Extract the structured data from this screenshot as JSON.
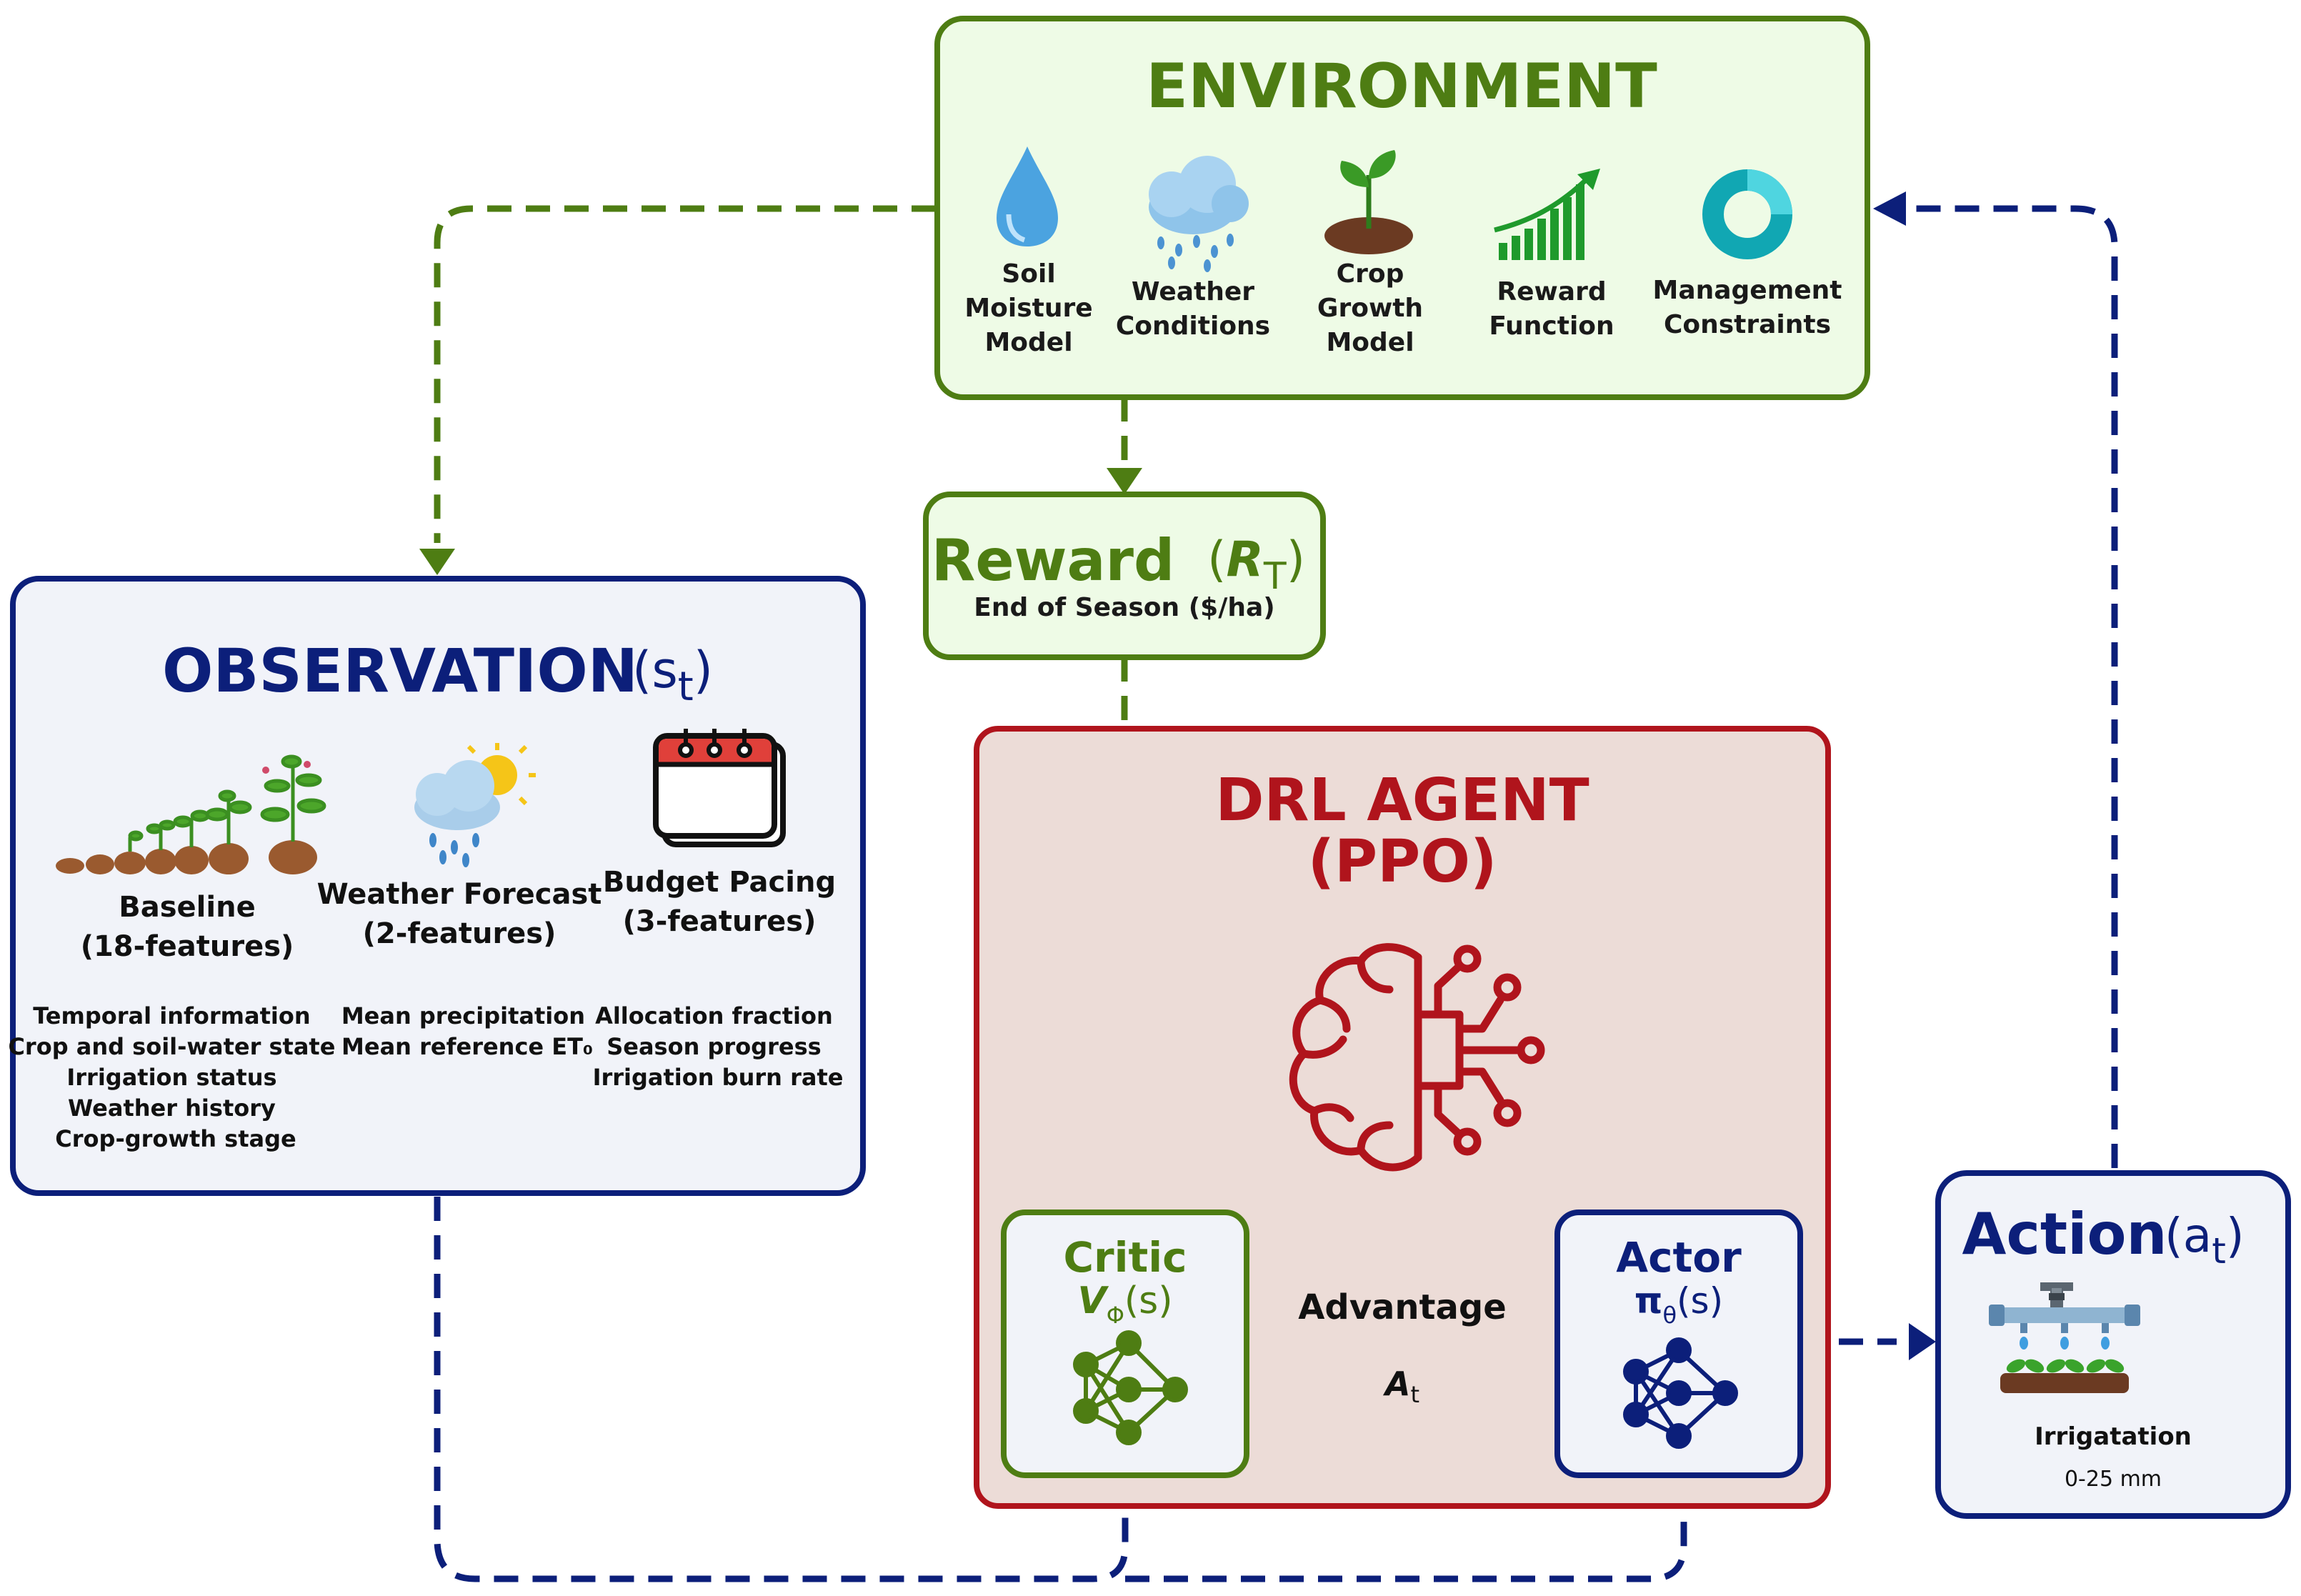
{
  "colors": {
    "green": "#4e7d13",
    "green_dark": "#3f6b0c",
    "green_fill": "#eefbe6",
    "navy": "#0c1f7a",
    "navy_fill": "#f1f3f9",
    "red": "#b0141c",
    "red_fill": "#ecdcd7",
    "black": "#111111"
  },
  "environment": {
    "title": "ENVIRONMENT",
    "items": [
      {
        "icon": "water-drop-icon",
        "lines": [
          "Soil",
          "Moisture",
          "Model"
        ]
      },
      {
        "icon": "rain-cloud-icon",
        "lines": [
          "Weather",
          "Conditions"
        ]
      },
      {
        "icon": "sprout-icon",
        "lines": [
          "Crop",
          "Growth",
          "Model"
        ]
      },
      {
        "icon": "growth-chart-icon",
        "lines": [
          "Reward",
          "Function"
        ]
      },
      {
        "icon": "donut-chart-icon",
        "lines": [
          "Management",
          "Constraints"
        ]
      }
    ]
  },
  "reward": {
    "title": "Reward",
    "symbol": "R",
    "subscript": "T",
    "subtitle": "End of Season ($/ha)"
  },
  "observation": {
    "title": "OBSERVATION",
    "symbol": "s",
    "subscript": "t",
    "columns": [
      {
        "icon": "plant-growth-stages-icon",
        "title": "Baseline",
        "subtitle": "(18-features)",
        "details": [
          "Temporal information",
          "Crop and soil-water state",
          "Irrigation status",
          "Weather history",
          "Crop-growth stage"
        ]
      },
      {
        "icon": "weather-forecast-icon",
        "title": "Weather Forecast",
        "subtitle": "(2-features)",
        "details": [
          "Mean precipitation",
          "Mean reference ET₀"
        ]
      },
      {
        "icon": "calendar-icon",
        "title": "Budget Pacing",
        "subtitle": "(3-features)",
        "details": [
          "Allocation fraction",
          "Season progress",
          "Irrigation burn rate"
        ]
      }
    ]
  },
  "agent": {
    "title_line1": "DRL AGENT",
    "title_line2": "(PPO)",
    "icon": "ai-brain-icon",
    "critic": {
      "title": "Critic",
      "symbol": "V",
      "subscript": "Φ",
      "arg": "(s)",
      "icon": "neural-network-icon"
    },
    "actor": {
      "title": "Actor",
      "symbol": "π",
      "subscript": "θ",
      "arg": "(s)",
      "icon": "neural-network-icon"
    },
    "advantage_label": "Advantage",
    "advantage_symbol": "A",
    "advantage_subscript": "t"
  },
  "action": {
    "title": "Action",
    "symbol": "a",
    "subscript": "t",
    "icon": "sprinkler-icon",
    "label": "Irrigatation",
    "range": "0-25 mm"
  }
}
